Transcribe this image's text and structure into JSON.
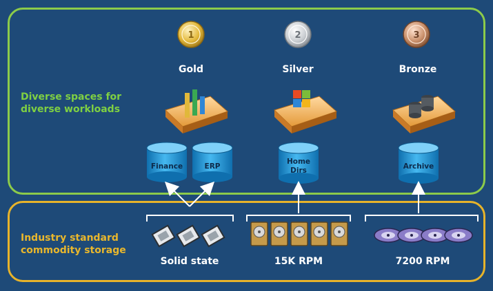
{
  "tiers": {
    "top_title": "Diverse spaces for\ndiverse workloads",
    "bottom_title": "Industry standard\ncommodity storage"
  },
  "medals": [
    {
      "label": "Gold",
      "color": "#e3b83a"
    },
    {
      "label": "Silver",
      "color": "#c8ccd0"
    },
    {
      "label": "Bronze",
      "color": "#c98f6a"
    }
  ],
  "storage_spaces": [
    {
      "label": "Finance"
    },
    {
      "label": "ERP"
    },
    {
      "label": "Home\nDirs"
    },
    {
      "label": "Archive"
    }
  ],
  "storage_types": [
    {
      "label": "Solid state"
    },
    {
      "label": "15K RPM"
    },
    {
      "label": "7200 RPM"
    }
  ],
  "colors": {
    "background": "#1e4a78",
    "top_border": "#8ccb4a",
    "bottom_border": "#e7b32a",
    "cylinder": "#2aa0dd"
  }
}
